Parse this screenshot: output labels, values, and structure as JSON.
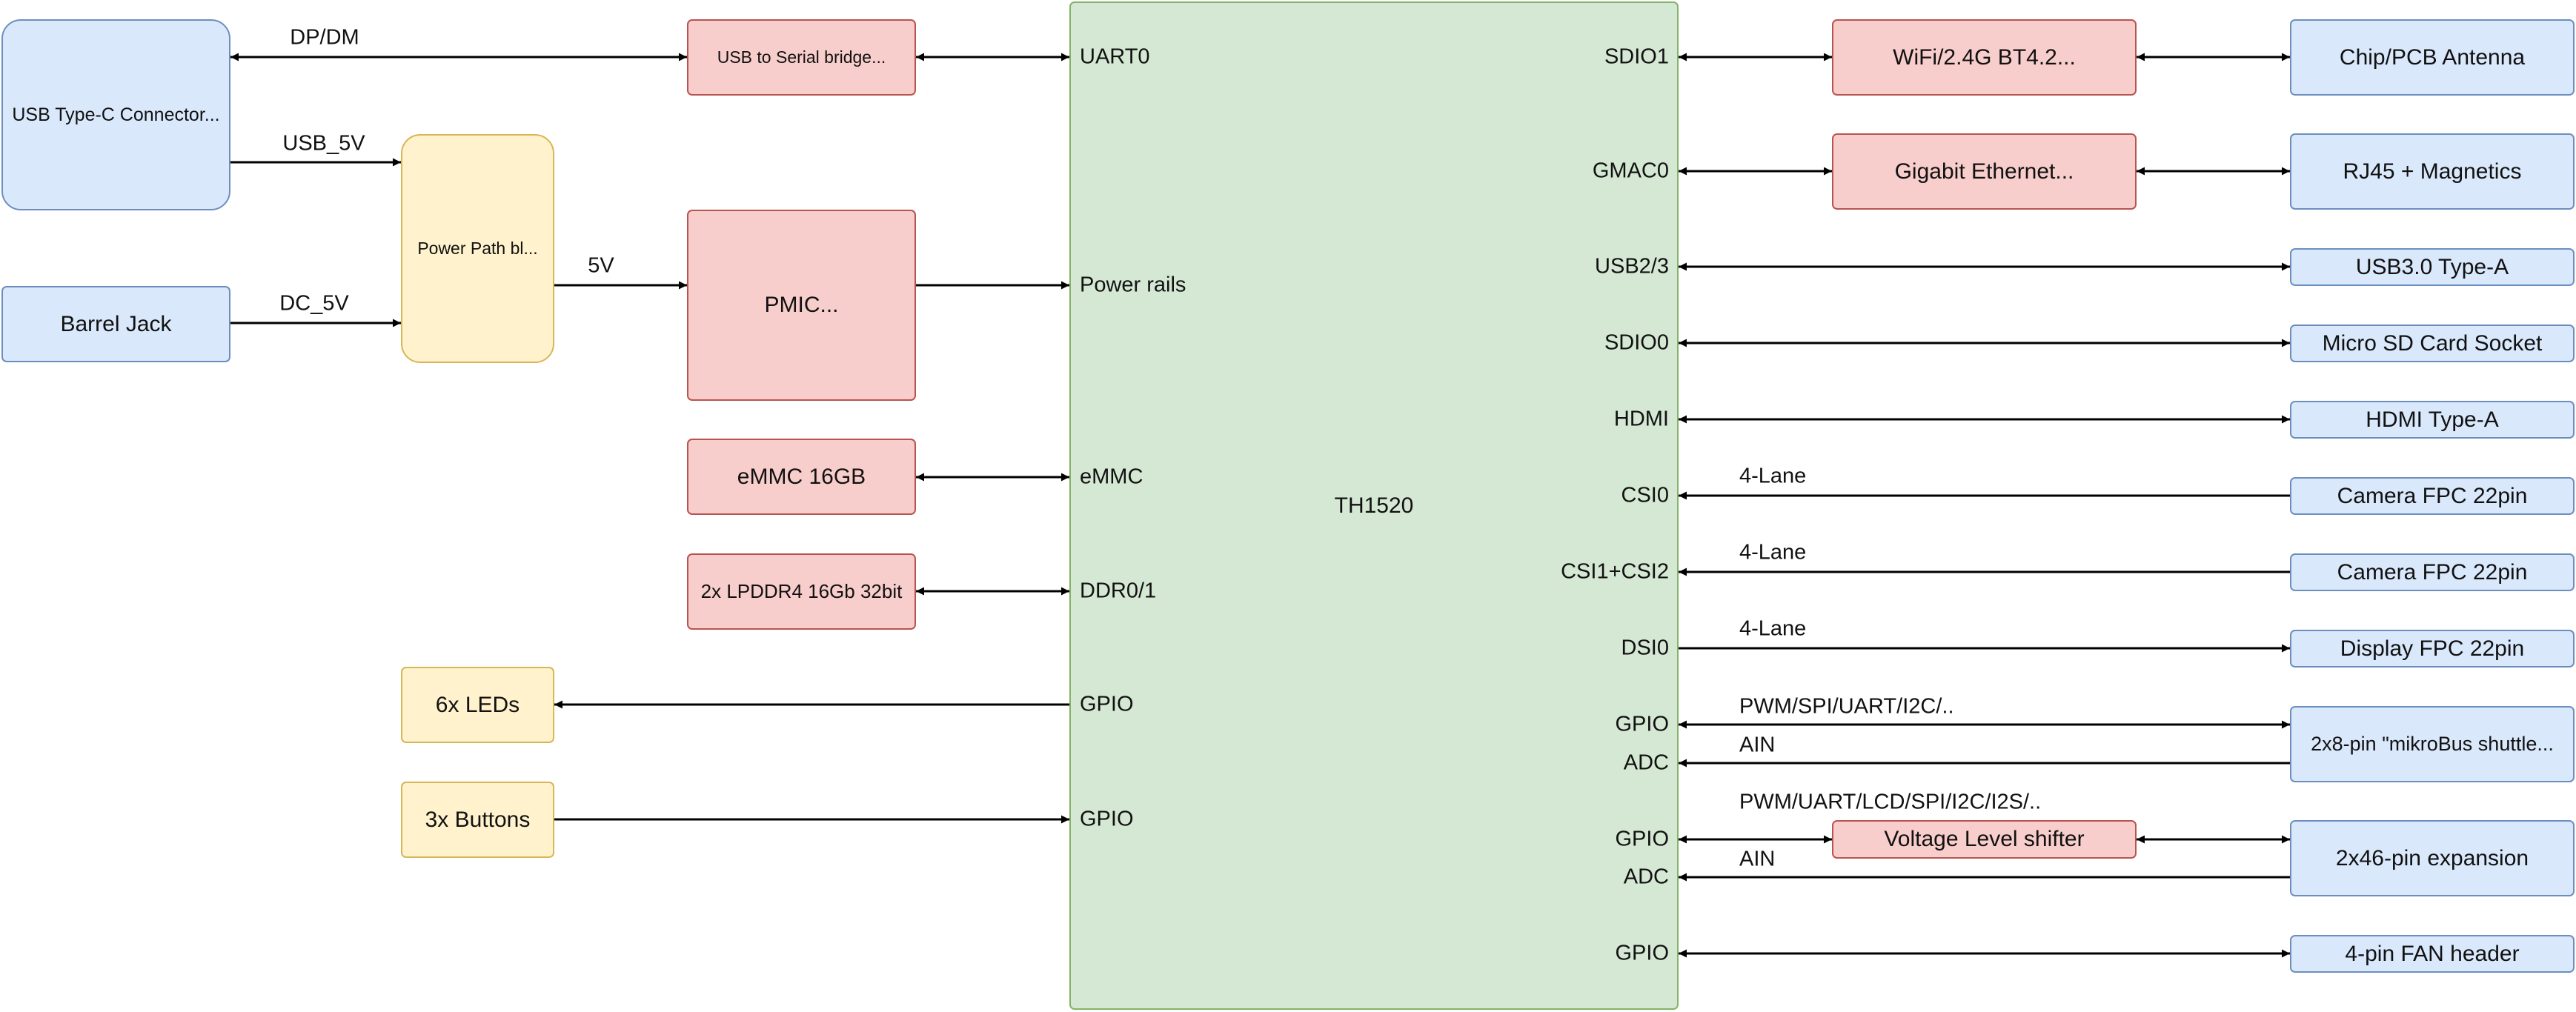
{
  "blocks": {
    "usbc": "USB Type-C Connector...",
    "barrel": "Barrel Jack",
    "power_path": "Power Path bl...",
    "usb_serial": "USB to Serial bridge...",
    "pmic": "PMIC...",
    "emmc": "eMMC 16GB",
    "lpddr4": "2x LPDDR4 16Gb 32bit",
    "leds": "6x LEDs",
    "buttons": "3x Buttons",
    "soc": "TH1520",
    "wifi": "WiFi/2.4G BT4.2...",
    "ethernet": "Gigabit Ethernet...",
    "level_shifter": "Voltage Level shifter",
    "antenna": "Chip/PCB Antenna",
    "rj45": "RJ45 + Magnetics",
    "usb3": "USB3.0 Type-A",
    "sd": "Micro SD Card Socket",
    "hdmi": "HDMI Type-A",
    "cam1": "Camera FPC 22pin",
    "cam2": "Camera FPC 22pin",
    "display": "Display FPC 22pin",
    "mikrobus": "2x8-pin \"mikroBus shuttle...",
    "expansion": "2x46-pin expansion",
    "fan": "4-pin FAN header"
  },
  "ports": {
    "uart0": "UART0",
    "power_rails": "Power rails",
    "emmc": "eMMC",
    "ddr": "DDR0/1",
    "gpio_leds": "GPIO",
    "gpio_buttons": "GPIO",
    "sdio1": "SDIO1",
    "gmac0": "GMAC0",
    "usb23": "USB2/3",
    "sdio0": "SDIO0",
    "hdmi": "HDMI",
    "csi0": "CSI0",
    "csi12": "CSI1+CSI2",
    "dsi0": "DSI0",
    "gpio_mikro": "GPIO",
    "adc_mikro": "ADC",
    "gpio_exp": "GPIO",
    "adc_exp": "ADC",
    "gpio_fan": "GPIO"
  },
  "signals": {
    "dpdm": "DP/DM",
    "usb5v": "USB_5V",
    "dc5v": "DC_5V",
    "v5": "5V",
    "lane_csi0": "4-Lane",
    "lane_csi12": "4-Lane",
    "lane_dsi0": "4-Lane",
    "mikro_bus": "PWM/SPI/UART/I2C/..",
    "mikro_ain": "AIN",
    "exp_bus": "PWM/UART/LCD/SPI/I2C/I2S/..",
    "exp_ain": "AIN"
  },
  "colors": {
    "blue_fill": "#dae8fc",
    "blue_stroke": "#6c8ebf",
    "red_fill": "#f8cecc",
    "red_stroke": "#b85450",
    "yellow_fill": "#fff2cc",
    "yellow_stroke": "#d6b656",
    "green_fill": "#d5e8d4",
    "green_stroke": "#82b366"
  }
}
